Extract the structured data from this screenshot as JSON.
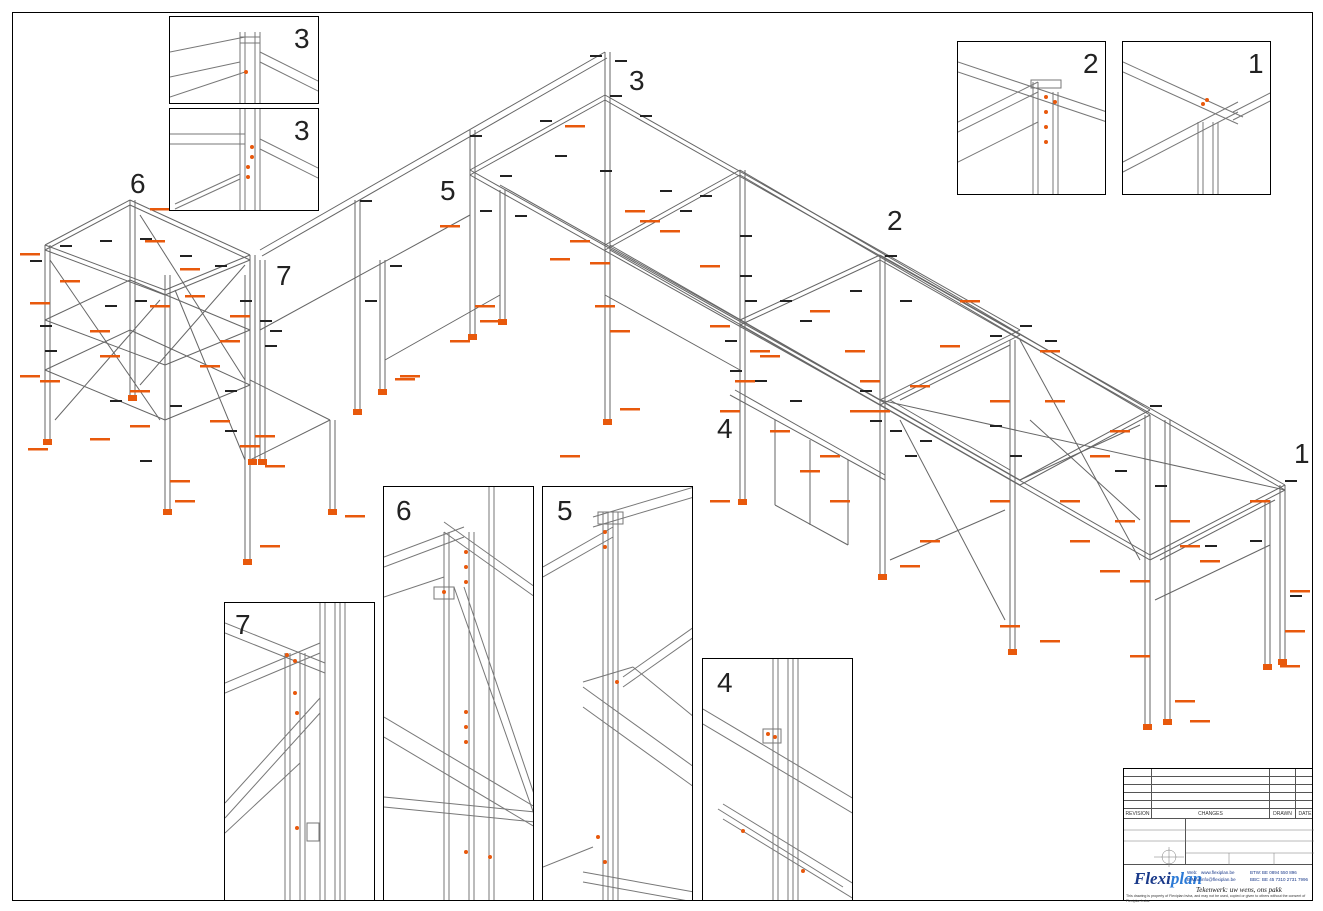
{
  "drawing": {
    "callouts": [
      {
        "id": "callout-6",
        "label": "6"
      },
      {
        "id": "callout-7",
        "label": "7"
      },
      {
        "id": "callout-5",
        "label": "5"
      },
      {
        "id": "callout-3",
        "label": "3"
      },
      {
        "id": "callout-2",
        "label": "2"
      },
      {
        "id": "callout-4",
        "label": "4"
      },
      {
        "id": "callout-1",
        "label": "1"
      }
    ]
  },
  "details": [
    {
      "id": "detail-3a",
      "label": "3"
    },
    {
      "id": "detail-3b",
      "label": "3"
    },
    {
      "id": "detail-2",
      "label": "2"
    },
    {
      "id": "detail-1",
      "label": "1"
    },
    {
      "id": "detail-7",
      "label": "7"
    },
    {
      "id": "detail-6",
      "label": "6"
    },
    {
      "id": "detail-5",
      "label": "5"
    },
    {
      "id": "detail-4",
      "label": "4"
    }
  ],
  "title_block": {
    "revision_headers": {
      "revision": "REVISION",
      "changes": "CHANGES",
      "drawn": "DRAWN",
      "date": "DATE"
    },
    "logo_part1": "Flexi",
    "logo_part2": "plan",
    "web_label": "Web:",
    "web": "www.flexiplan.be",
    "email_label": "E-Mail:",
    "email": "info@flexiplan.be",
    "btw_label": "BTW:",
    "btw": "BE 0894 550 896",
    "iban_label": "BBC:",
    "iban": "BE 45 7310 2731 7996",
    "tagline": "Tekenwerk: uw wens, ons pakk",
    "footnote": "This drawing is property of Flexiplan bvba, and may not be used, copied or given to others without the consent of Flexiplan bvba."
  },
  "colors": {
    "line": "#555555",
    "accent": "#e8590c",
    "frame": "#000000"
  }
}
